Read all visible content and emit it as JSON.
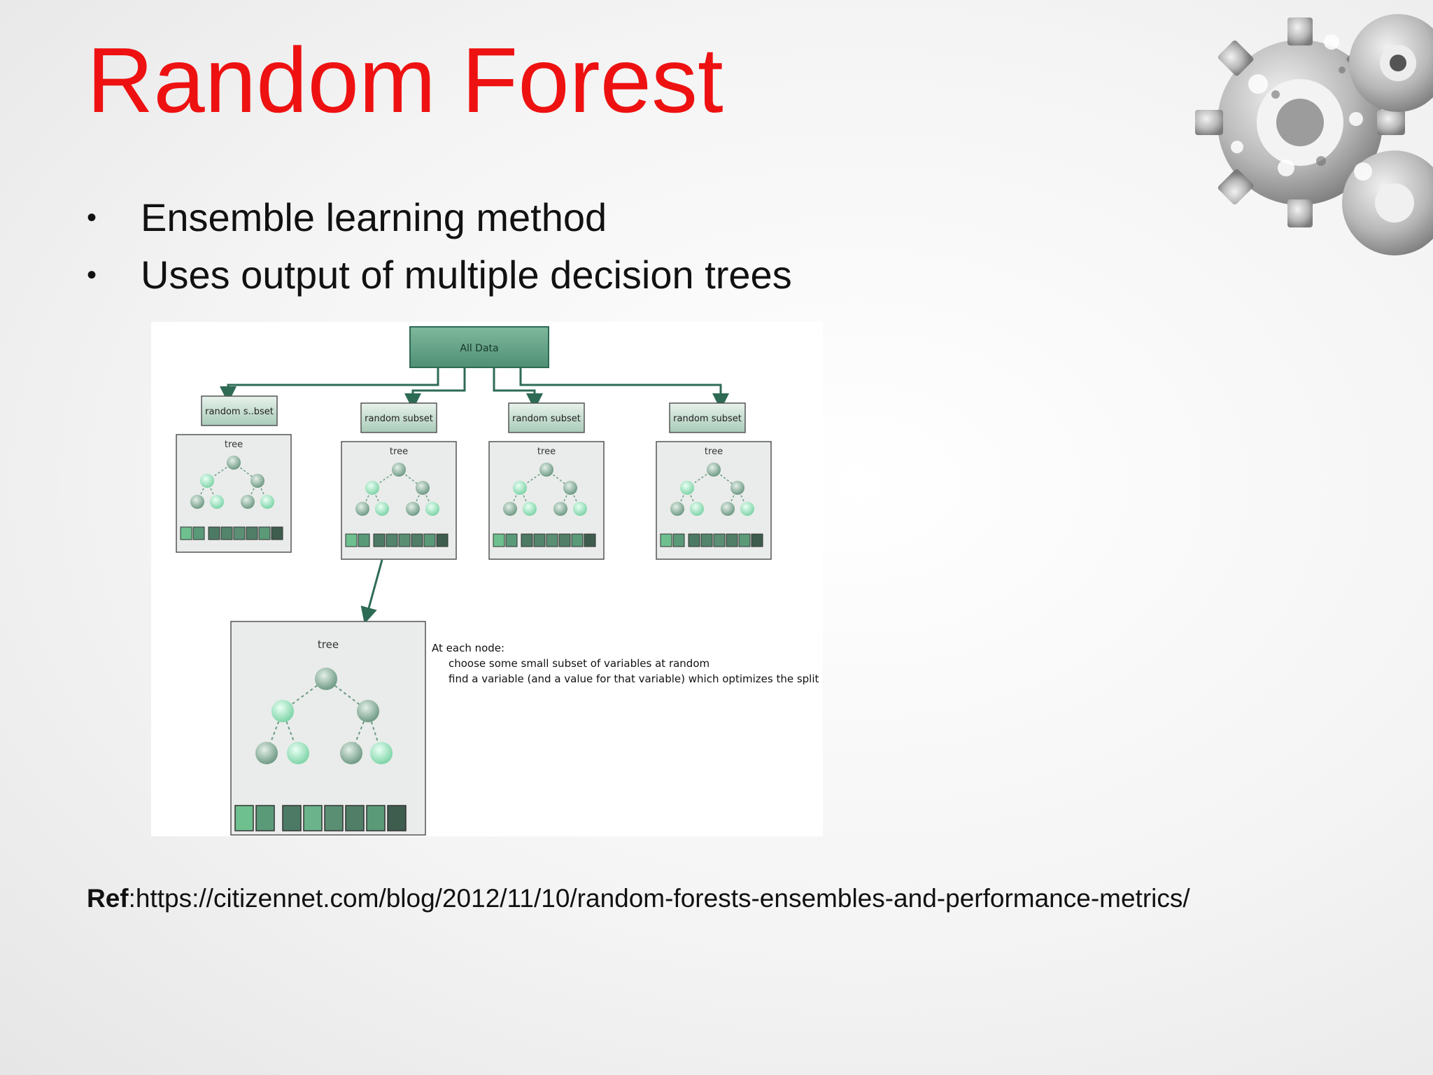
{
  "slide": {
    "title": "Random Forest",
    "bullets": [
      "Ensemble learning method",
      "Uses output of multiple decision trees"
    ],
    "bullet_symbol": "•"
  },
  "diagram": {
    "root_label": "All Data",
    "subset_labels": [
      "random s..bset",
      "random subset",
      "random subset",
      "random subset"
    ],
    "tree_labels": [
      "tree",
      "tree",
      "tree",
      "tree"
    ],
    "detail_tree_label": "tree",
    "note_heading": "At each node:",
    "note_lines": [
      "choose some small subset of variables at random",
      "find a variable (and a value for that variable) which optimizes the split"
    ]
  },
  "reference": {
    "label": "Ref",
    "url": ":https://citizennet.com/blog/2012/11/10/random-forests-ensembles-and-performance-metrics/"
  },
  "colors": {
    "title": "#ee1111",
    "node_green": "#6aa88c",
    "line_green": "#2e6b55"
  },
  "icons": {
    "decoration": "gears-icon"
  }
}
